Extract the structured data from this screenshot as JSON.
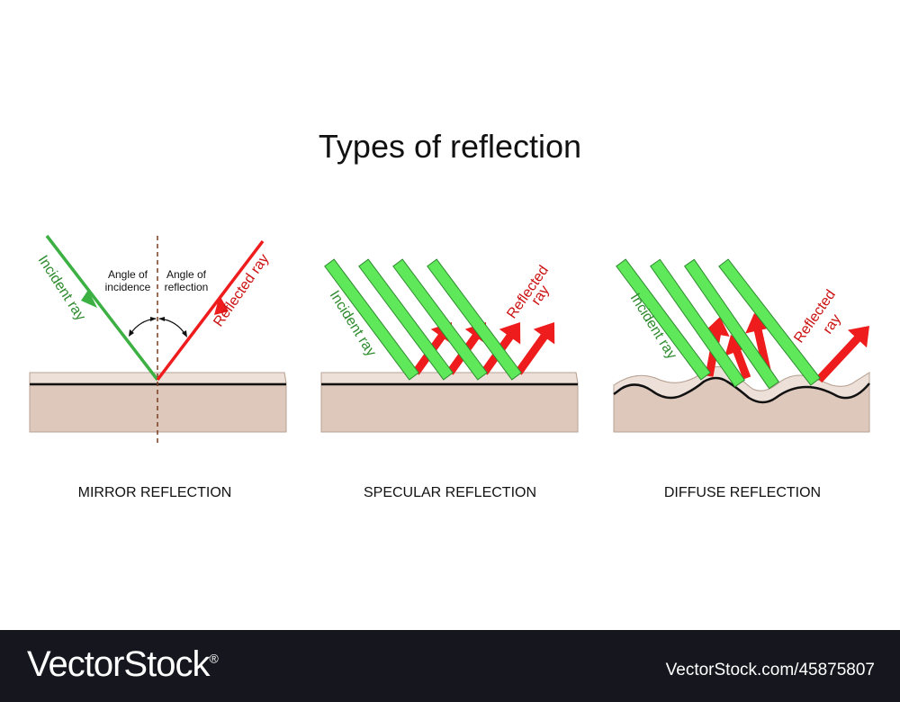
{
  "title": "Types of reflection",
  "panels": {
    "mirror": {
      "caption": "MIRROR REFLECTION",
      "incident_label": "Incident ray",
      "reflected_label": "Reflected ray",
      "angle_incidence": [
        "Angle of",
        "incidence"
      ],
      "angle_reflection": [
        "Angle of",
        "reflection"
      ]
    },
    "specular": {
      "caption": "SPECULAR REFLECTION",
      "incident_label": "Incident ray",
      "reflected_label": [
        "Reflected",
        "ray"
      ]
    },
    "diffuse": {
      "caption": "DIFFUSE REFLECTION",
      "incident_label": "Incident ray",
      "reflected_label": [
        "Reflected",
        "ray"
      ]
    }
  },
  "colors": {
    "incident": "#3cb043",
    "incident_beam": "#5ee85a",
    "reflected": "#ee1c1c",
    "surface": "#ddc8bb",
    "label_green": "#2e8b2e",
    "label_red": "#cc1111"
  },
  "watermark": {
    "brand": "VectorStock",
    "registered": "®",
    "image_id": "VectorStock.com/45875807"
  }
}
